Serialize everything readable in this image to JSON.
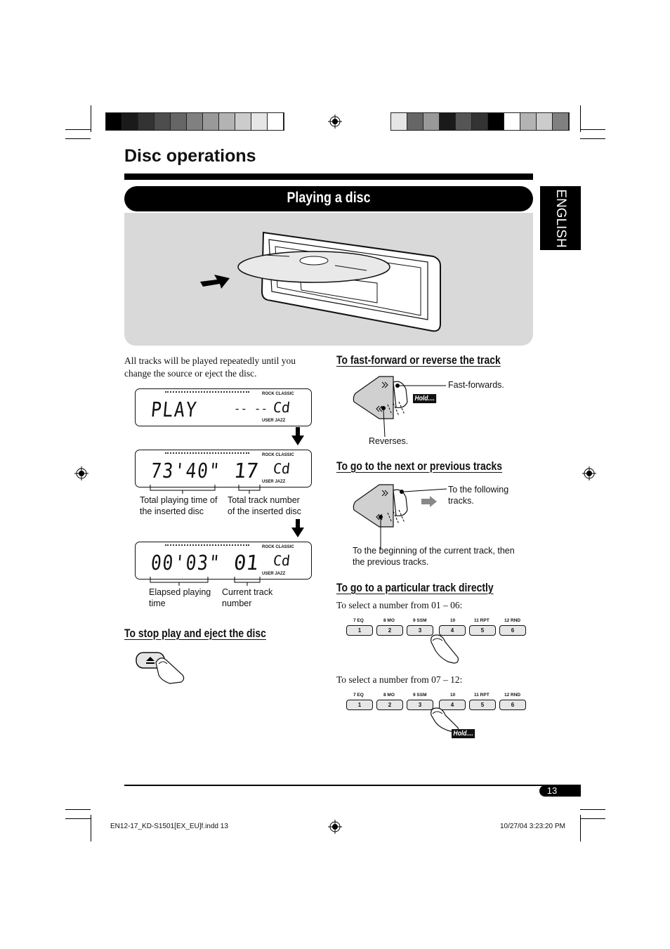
{
  "page": {
    "title": "Disc operations",
    "section_title": "Playing a disc",
    "language_tab": "ENGLISH",
    "page_number": "13",
    "footer_left": "EN12-17_KD-S1501[EX_EU]f.indd   13",
    "footer_right": "10/27/04   3:23:20 PM"
  },
  "intro_text": "All tracks will be played repeatedly until you change the source or eject the disc.",
  "displays": {
    "d1": {
      "main": "PLAY",
      "mid": "-- --",
      "cd": "Cd"
    },
    "d2": {
      "main": "73'40\"",
      "mid": "17",
      "cd": "Cd",
      "label_left": "Total playing time of the inserted disc",
      "label_right": "Total track number of the inserted disc"
    },
    "d3": {
      "main": "00'03\"",
      "mid": "01",
      "cd": "Cd",
      "label_left": "Elapsed playing time",
      "label_right": "Current track number"
    },
    "badge_top": "ROCK CLASSIC",
    "badge_bottom": "USER JAZZ"
  },
  "stop_eject": {
    "heading": "To stop play and eject the disc",
    "icon": "eject-icon"
  },
  "fast_forward": {
    "heading": "To fast-forward or reverse the track",
    "callout_forward": "Fast-forwards.",
    "callout_reverse": "Reverses.",
    "hold": "Hold...."
  },
  "next_prev": {
    "heading": "To go to the next or previous tracks",
    "callout_next": "To the following tracks.",
    "callout_prev": "To the beginning of the current track, then the previous tracks."
  },
  "direct": {
    "heading": "To go to a particular track directly",
    "text_1": "To select a number from 01 – 06:",
    "text_2": "To select a number from 07 – 12:",
    "hold": "Hold....",
    "button_labels": [
      "7  EQ",
      "8  MO",
      "9  SSM",
      "10",
      "11  RPT",
      "12  RND"
    ],
    "buttons": [
      "1",
      "2",
      "3",
      "4",
      "5",
      "6"
    ]
  },
  "colors": {
    "accent": "#000000",
    "illustration_bg": "#d9d9d9"
  }
}
